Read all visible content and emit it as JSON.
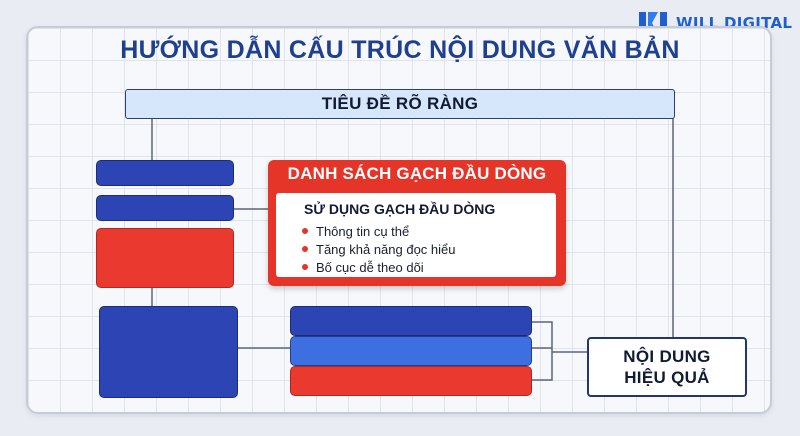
{
  "brand": {
    "name": "WILL DIGITAL",
    "logo_icon": "wd-logo-icon"
  },
  "title": "HƯỚNG DẪN CẤU TRÚC NỘI DUNG VĂN BẢN",
  "heading_box": {
    "label": "TIÊU ĐỀ RÕ RÀNG"
  },
  "bullet_card": {
    "title": "DANH SÁCH GẠCH ĐẦU DÒNG",
    "subheading": "SỬ DỤNG GẠCH ĐẦU DÒNG",
    "items": [
      "Thông tin cụ thể",
      "Tăng khả năng đọc hiểu",
      "Bố cục dễ theo dõi"
    ]
  },
  "result_box": {
    "line1": "NỘI DUNG",
    "line2": "HIỆU QUẢ"
  },
  "colors": {
    "dark_blue": "#2d45b4",
    "light_blue": "#3d6fe0",
    "red": "#ea3a2f",
    "navy_text": "#1f3f8f",
    "heading_fill": "#d6e6fb"
  }
}
